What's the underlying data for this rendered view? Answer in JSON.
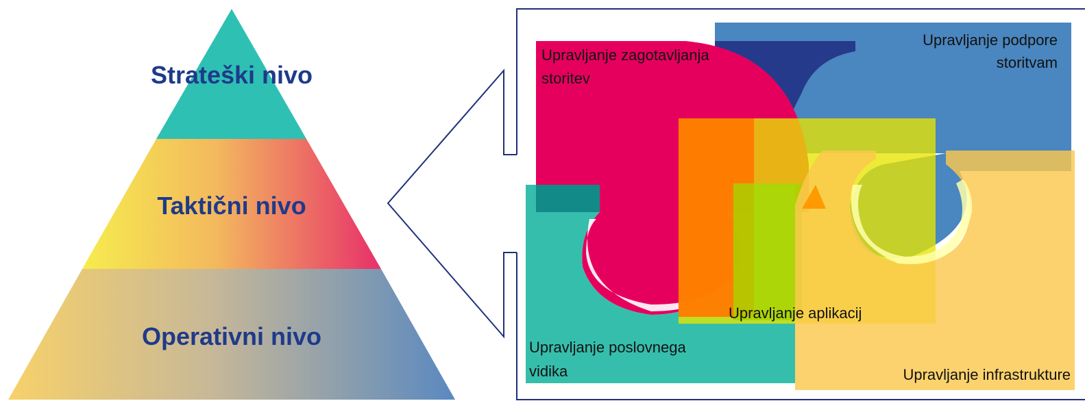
{
  "pyramid": {
    "levels": [
      {
        "label": "Strateški nivo"
      },
      {
        "label": "Taktični nivo"
      },
      {
        "label": "Operativni nivo"
      }
    ]
  },
  "puzzle": {
    "pieces": [
      {
        "name": "service-delivery",
        "lines": [
          "Upravljanje zagotavljanja",
          "storitev"
        ],
        "color": "#e6005e"
      },
      {
        "name": "service-support",
        "lines": [
          "Upravljanje podpore",
          "storitvam"
        ],
        "color": "#4a86bf"
      },
      {
        "name": "applications",
        "lines": [
          "Upravljanje aplikacij"
        ],
        "color": "#e8e600"
      },
      {
        "name": "business-perspective",
        "lines": [
          "Upravljanje poslovnega",
          "vidika"
        ],
        "color": "#2bbaa8"
      },
      {
        "name": "infrastructure",
        "lines": [
          "Upravljanje infrastrukture"
        ],
        "color": "#fbc84e"
      }
    ]
  },
  "colors": {
    "pyramid_top": "#2ec0b3",
    "pyramid_mid_left": "#f6ec4e",
    "pyramid_mid_right": "#e7306a",
    "pyramid_bottom_left": "#f7d16a",
    "pyramid_bottom_right": "#5a89c0",
    "frame": "#1f2f7a",
    "navy": "#263a8c"
  }
}
